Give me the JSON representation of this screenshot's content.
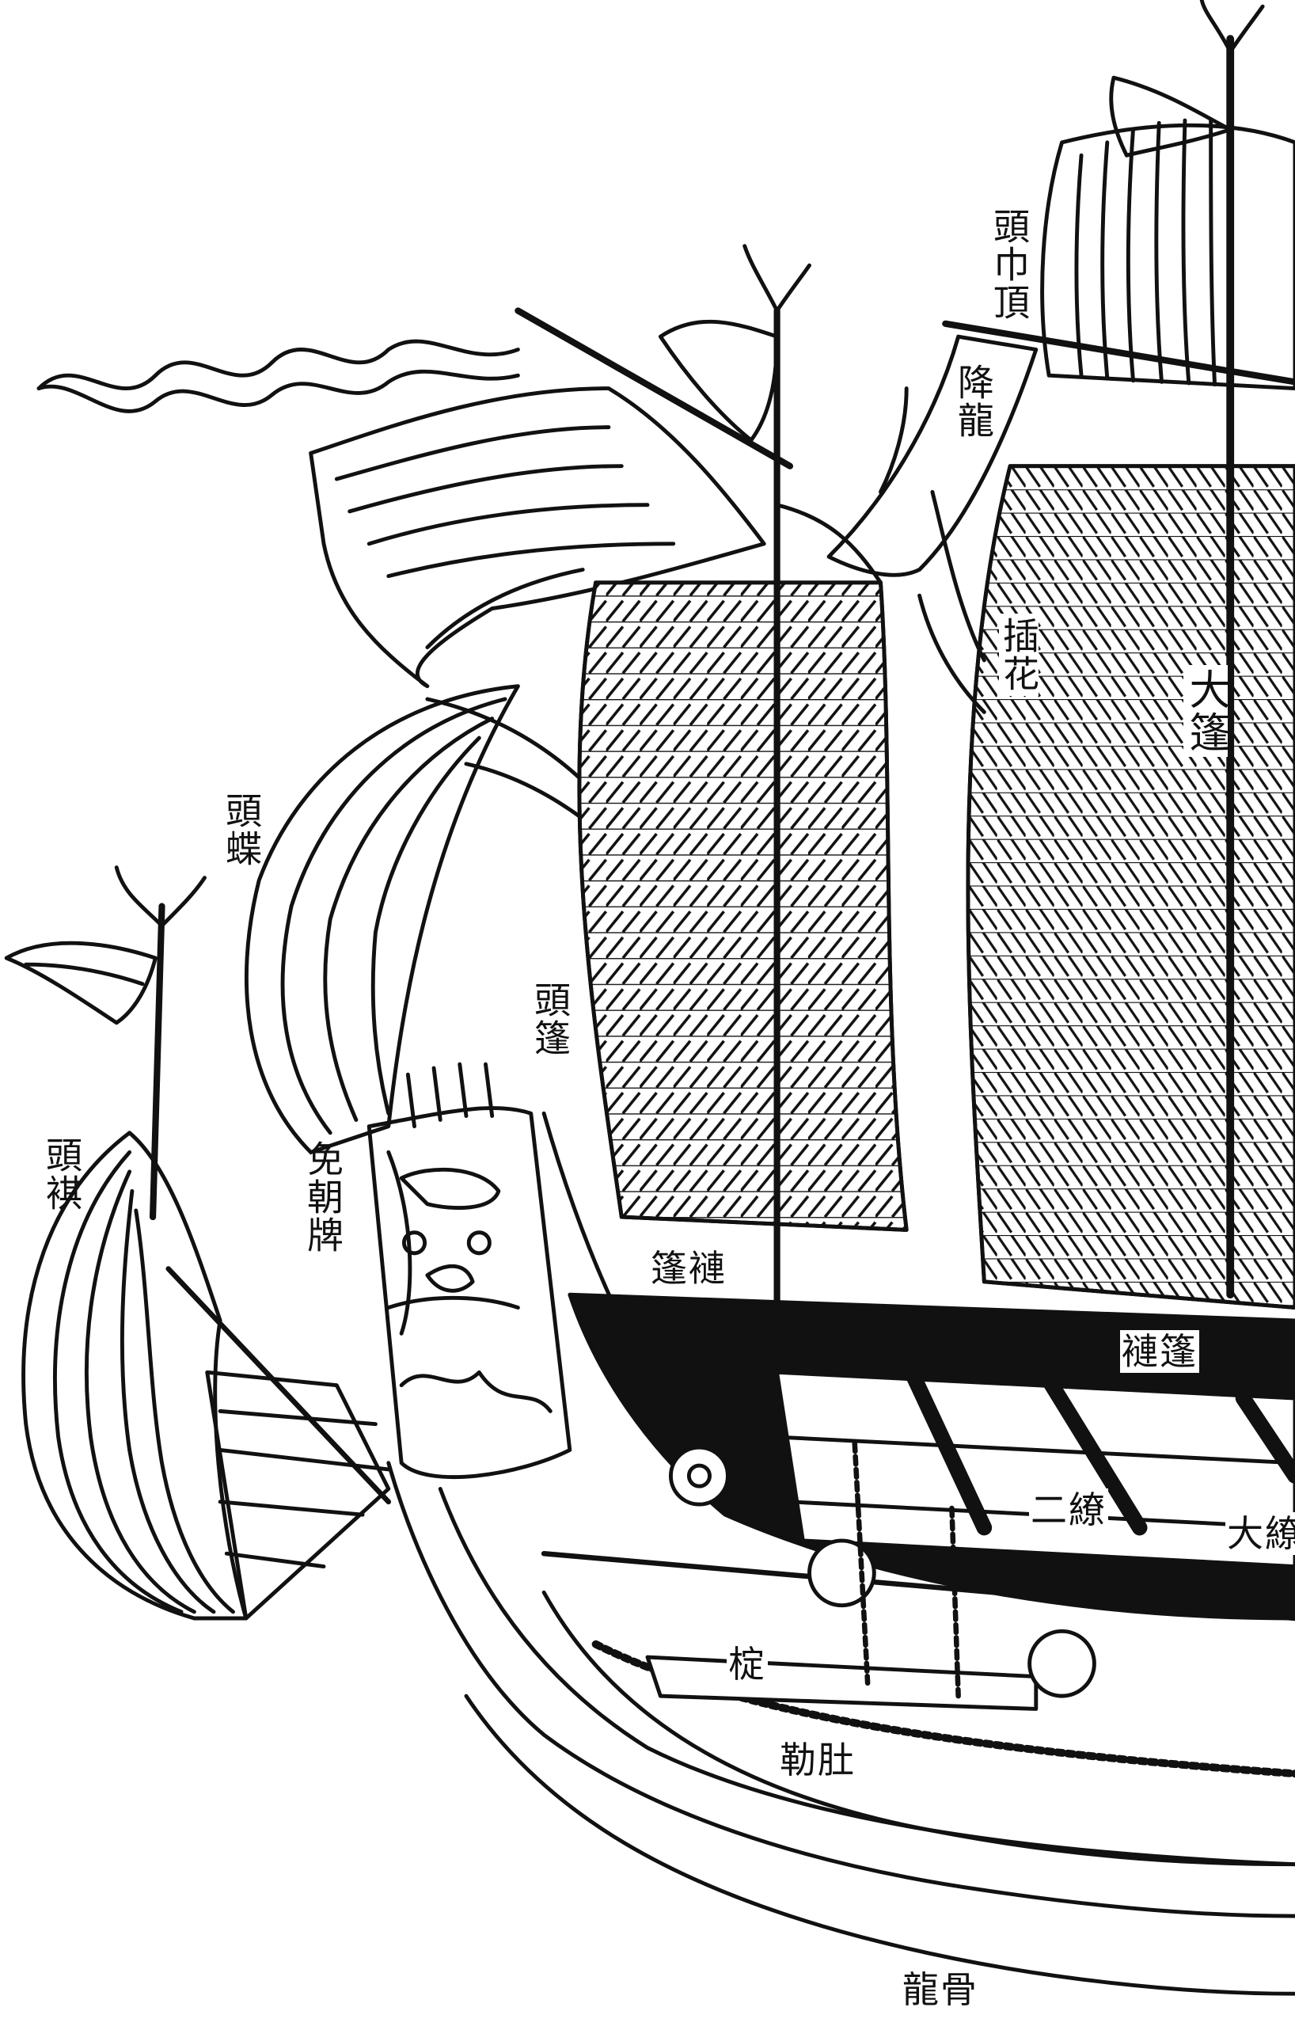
{
  "labels": {
    "tou_jin_ding": "頭巾頂",
    "jiang_long": "降龍",
    "cha_hua": "插花",
    "da_peng": "大篷",
    "tou_die": "頭蝶",
    "tou_peng": "頭篷",
    "tou_qi": "頭褀",
    "mian_chao_pai": "免朝牌",
    "peng_lian_1": "篷褳",
    "peng_lian_2": "褳篷",
    "er_liao": "二繚",
    "da_liao": "大繚",
    "ding": "椗",
    "le_du": "勒肚",
    "long_gu": "龍骨"
  },
  "colors": {
    "ink": "#111111",
    "paper": "#ffffff"
  }
}
